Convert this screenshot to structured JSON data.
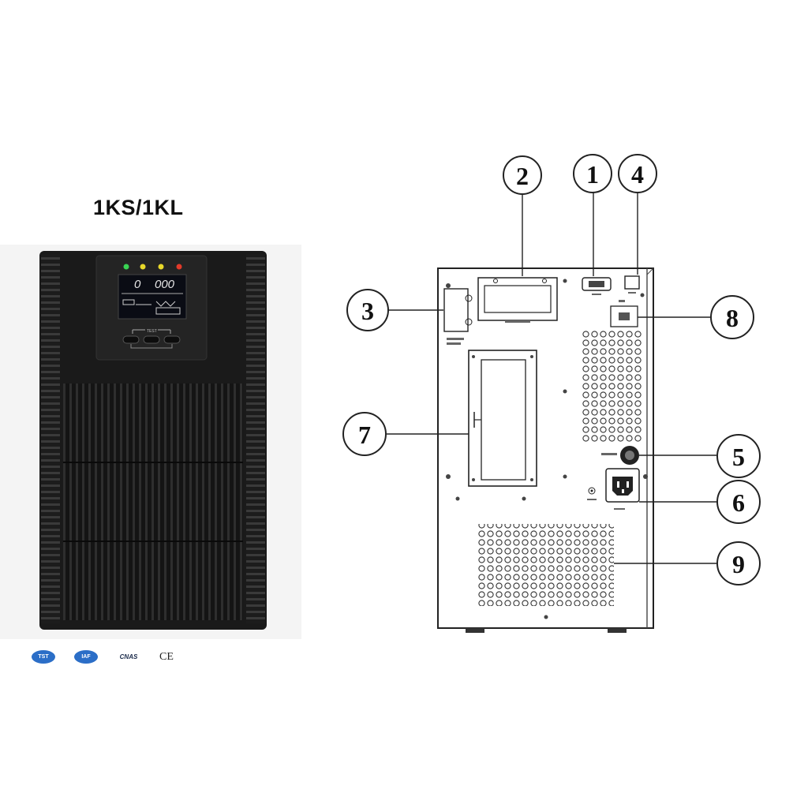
{
  "model_title": "1KS/1KL",
  "front": {
    "lcd_left": "0",
    "lcd_right": "000",
    "test_label": "TEST",
    "led_colors": [
      "#39d353",
      "#e8d82a",
      "#e8d82a",
      "#e23a2a"
    ]
  },
  "certifications": [
    "TST",
    "IAF",
    "CNAS",
    "CE"
  ],
  "callouts": [
    "1",
    "2",
    "3",
    "4",
    "5",
    "6",
    "7",
    "8",
    "9"
  ]
}
